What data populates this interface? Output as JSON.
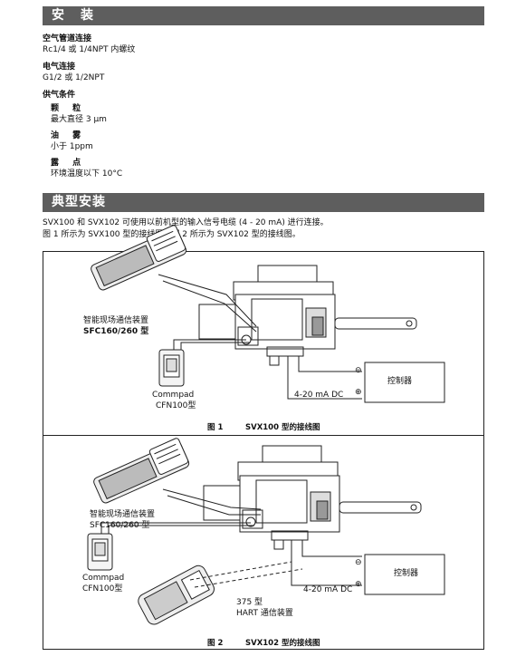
{
  "section1": {
    "title": "安装"
  },
  "air": {
    "heading": "空气管道连接",
    "value": "Rc1/4 或 1/4NPT 内螺纹"
  },
  "electric": {
    "heading": "电气连接",
    "value": "G1/2 或 1/2NPT"
  },
  "supply": {
    "heading": "供气条件",
    "particle_label": "颗 粒",
    "particle_value": "最大直径 3 μm",
    "oil_label": "油 雾",
    "oil_value": "小于 1ppm",
    "dew_label": "露 点",
    "dew_value": "环境温度以下 10°C"
  },
  "section2": {
    "title": "典型安装"
  },
  "intro": {
    "line1": "SVX100 和 SVX102 可使用以前机型的输入信号电缆 (4 - 20 mA) 进行连接。",
    "line2": "图 1 所示为 SVX100 型的接线图，图 2 所示为 SVX102 型的接线图。"
  },
  "fig1": {
    "sfc_label1": "智能现场通信装置",
    "sfc_label2": "SFC160/260 型",
    "commpad_label1": "Commpad",
    "commpad_label2": "CFN100型",
    "controller_label": "控制器",
    "signal_label": "4-20 mA DC",
    "minus": "⊖",
    "plus": "⊕",
    "caption_num": "图 1",
    "caption_text": "SVX100 型的接线图"
  },
  "fig2": {
    "sfc_label1": "智能现场通信装置",
    "sfc_label2": "SFC160/260 型",
    "commpad_label1": "Commpad",
    "commpad_label2": "CFN100型",
    "hart_label1": "375 型",
    "hart_label2": "HART 通信装置",
    "controller_label": "控制器",
    "signal_label": "4-20 mA DC",
    "minus": "⊖",
    "plus": "⊕",
    "caption_num": "图 2",
    "caption_text": "SVX102 型的接线图"
  }
}
